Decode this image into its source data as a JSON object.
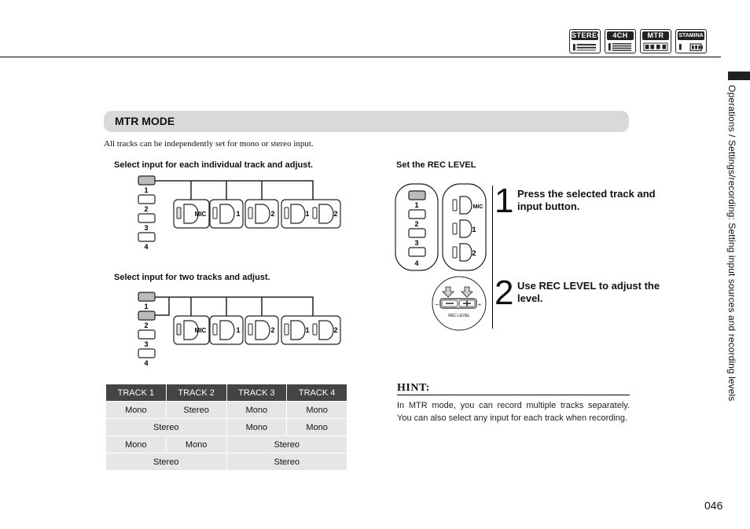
{
  "header": {
    "mode_icons": [
      {
        "label": "STEREO",
        "icon": "stereo-mode-icon"
      },
      {
        "label": "4CH",
        "icon": "4ch-mode-icon"
      },
      {
        "label": "MTR",
        "icon": "mtr-mode-icon"
      },
      {
        "label": "STAMINA",
        "icon": "stamina-mode-icon"
      }
    ]
  },
  "sidebar": {
    "text": "Operations / Settings/recording: Setting input sources and recording levels"
  },
  "section": {
    "title": "MTR MODE",
    "intro": "All tracks can be independently set for mono or stereo input."
  },
  "diagram_individual": {
    "caption": "Select input for each individual track and adjust.",
    "track_labels": [
      "1",
      "2",
      "3",
      "4"
    ],
    "inputs": [
      "MIC",
      "1",
      "2",
      "1",
      "2"
    ]
  },
  "diagram_two": {
    "caption": "Select input for two tracks and adjust.",
    "track_labels": [
      "1",
      "2",
      "3",
      "4"
    ],
    "inputs": [
      "MIC",
      "1",
      "2",
      "1",
      "2"
    ]
  },
  "rec_level": {
    "caption": "Set the REC LEVEL",
    "track_labels": [
      "1",
      "2",
      "3",
      "4"
    ],
    "inputs": [
      "MIC",
      "1",
      "2"
    ],
    "knob_label": "REC LEVEL",
    "minus": "−",
    "plus": "+"
  },
  "steps": [
    {
      "number": "1",
      "text": "Press the selected track and input button."
    },
    {
      "number": "2",
      "text": "Use REC LEVEL to adjust the level."
    }
  ],
  "table": {
    "headers": [
      "TRACK 1",
      "TRACK 2",
      "TRACK 3",
      "TRACK 4"
    ],
    "rows": [
      [
        "Mono",
        "Stereo",
        "Mono",
        "Mono"
      ],
      [
        "Stereo",
        "Mono",
        "Mono"
      ],
      [
        "Mono",
        "Mono",
        "Stereo"
      ],
      [
        "Stereo",
        "Stereo"
      ]
    ]
  },
  "hint": {
    "title": "HINT:",
    "body": "In MTR mode, you can record multiple tracks separately. You can also select any input for each track when recording."
  },
  "page_number": "046"
}
